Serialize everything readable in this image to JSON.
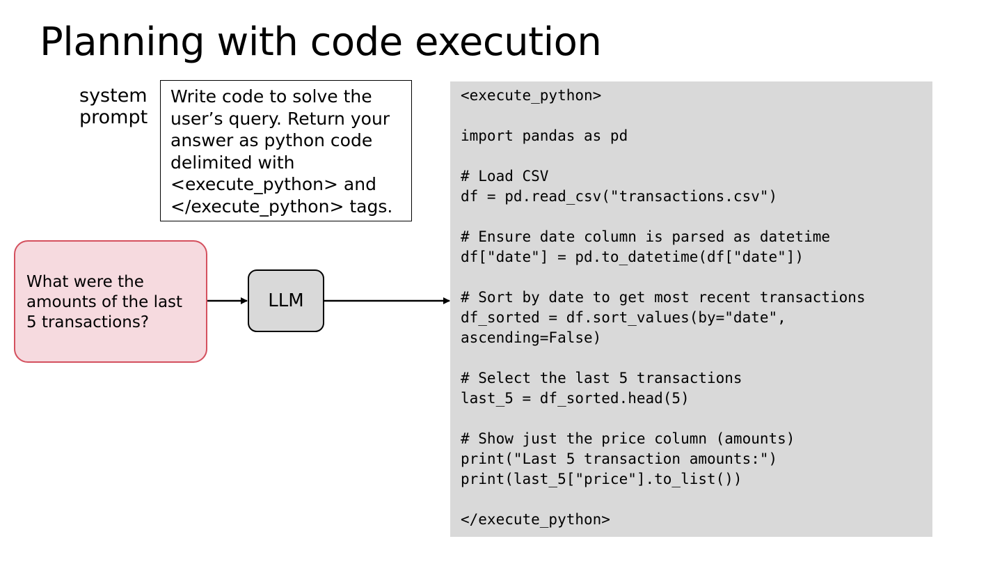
{
  "title": "Planning with code execution",
  "system_prompt": {
    "label_lines": [
      "system",
      "prompt"
    ],
    "text_lines": [
      "Write code to solve the",
      "user’s query. Return your",
      "answer as python code",
      "delimited with",
      "<execute_python> and",
      "</execute_python> tags."
    ]
  },
  "user_query": {
    "lines": [
      "What were the",
      "amounts of the last",
      "5 transactions?"
    ],
    "fill_color": "#f6dadf",
    "border_color": "#d4505e"
  },
  "llm": {
    "label": "LLM",
    "fill_color": "#d9d9d9"
  },
  "code": {
    "background_color": "#d9d9d9",
    "lines": [
      "<execute_python>",
      "",
      "import pandas as pd",
      "",
      "# Load CSV",
      "df = pd.read_csv(\"transactions.csv\")",
      "",
      "# Ensure date column is parsed as datetime",
      "df[\"date\"] = pd.to_datetime(df[\"date\"])",
      "",
      "# Sort by date to get most recent transactions",
      "df_sorted = df.sort_values(by=\"date\",",
      "ascending=False)",
      "",
      "# Select the last 5 transactions",
      "last_5 = df_sorted.head(5)",
      "",
      "# Show just the price column (amounts)",
      "print(\"Last 5 transaction amounts:\")",
      "print(last_5[\"price\"].to_list())",
      "",
      "</execute_python>"
    ]
  }
}
